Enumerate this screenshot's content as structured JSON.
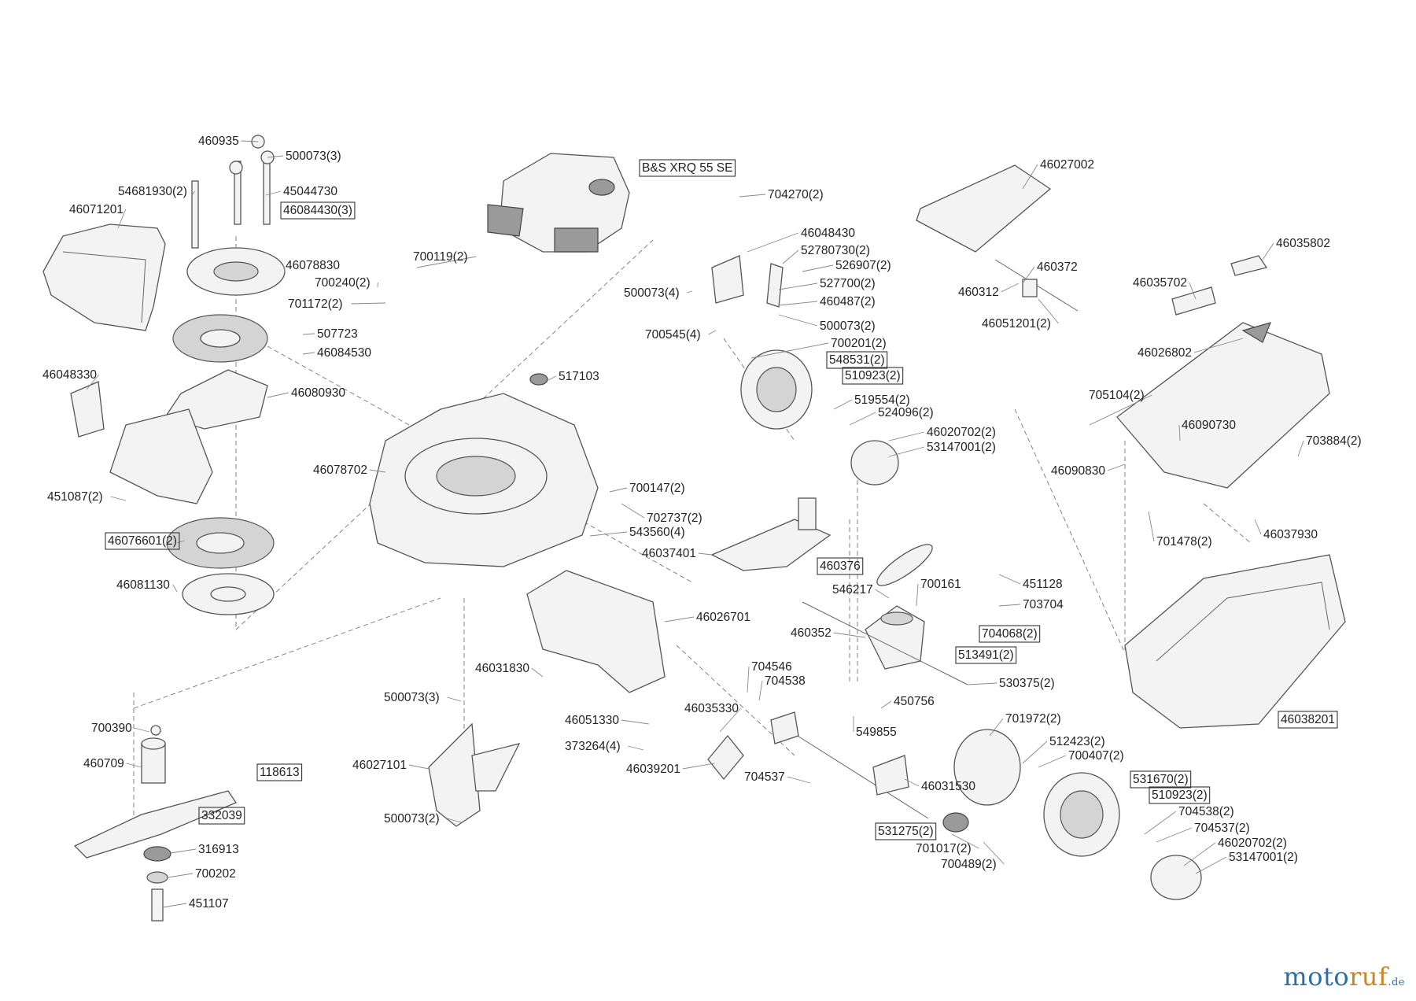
{
  "labels": [
    {
      "id": "l01",
      "text": "460935"
    },
    {
      "id": "l02",
      "text": "500073(3)"
    },
    {
      "id": "l03",
      "text": "54681930(2)"
    },
    {
      "id": "l04",
      "text": "45044730"
    },
    {
      "id": "l05",
      "text": "46071201"
    },
    {
      "id": "l06",
      "text": "46084430(3)",
      "boxed": true
    },
    {
      "id": "l07",
      "text": "46078830"
    },
    {
      "id": "l08",
      "text": "700119(2)"
    },
    {
      "id": "l09",
      "text": "700240(2)"
    },
    {
      "id": "l10",
      "text": "701172(2)"
    },
    {
      "id": "l11",
      "text": "507723"
    },
    {
      "id": "l12",
      "text": "46084530"
    },
    {
      "id": "l13",
      "text": "46048330"
    },
    {
      "id": "l14",
      "text": "46080930"
    },
    {
      "id": "l15",
      "text": "451087(2)"
    },
    {
      "id": "l16",
      "text": "46076601(2)",
      "boxed": true
    },
    {
      "id": "l17",
      "text": "46081130"
    },
    {
      "id": "l18",
      "text": "B&S XRQ 55 SE",
      "boxed": true
    },
    {
      "id": "l19",
      "text": "704270(2)"
    },
    {
      "id": "l20",
      "text": "46048430"
    },
    {
      "id": "l21",
      "text": "52780730(2)"
    },
    {
      "id": "l22",
      "text": "526907(2)"
    },
    {
      "id": "l23",
      "text": "500073(4)"
    },
    {
      "id": "l24",
      "text": "527700(2)"
    },
    {
      "id": "l25",
      "text": "460487(2)"
    },
    {
      "id": "l26",
      "text": "500073(2)"
    },
    {
      "id": "l27",
      "text": "700545(4)"
    },
    {
      "id": "l28",
      "text": "700201(2)"
    },
    {
      "id": "l29",
      "text": "548531(2)",
      "boxed": true
    },
    {
      "id": "l30",
      "text": "510923(2)",
      "boxed": true
    },
    {
      "id": "l31",
      "text": "519554(2)"
    },
    {
      "id": "l32",
      "text": "524096(2)"
    },
    {
      "id": "l33",
      "text": "46020702(2)"
    },
    {
      "id": "l34",
      "text": "53147001(2)"
    },
    {
      "id": "l35",
      "text": "517103"
    },
    {
      "id": "l36",
      "text": "46078702"
    },
    {
      "id": "l37",
      "text": "700147(2)"
    },
    {
      "id": "l38",
      "text": "702737(2)"
    },
    {
      "id": "l39",
      "text": "543560(4)"
    },
    {
      "id": "l40",
      "text": "46037401"
    },
    {
      "id": "l41",
      "text": "46027002"
    },
    {
      "id": "l42",
      "text": "460372"
    },
    {
      "id": "l43",
      "text": "460312"
    },
    {
      "id": "l44",
      "text": "46051201(2)"
    },
    {
      "id": "l45",
      "text": "46035802"
    },
    {
      "id": "l46",
      "text": "46035702"
    },
    {
      "id": "l47",
      "text": "46026802"
    },
    {
      "id": "l48",
      "text": "705104(2)"
    },
    {
      "id": "l49",
      "text": "46090730"
    },
    {
      "id": "l50",
      "text": "703884(2)"
    },
    {
      "id": "l51",
      "text": "46090830"
    },
    {
      "id": "l52",
      "text": "701478(2)"
    },
    {
      "id": "l53",
      "text": "46037930"
    },
    {
      "id": "l54",
      "text": "460376",
      "boxed": true
    },
    {
      "id": "l55",
      "text": "451128"
    },
    {
      "id": "l56",
      "text": "546217"
    },
    {
      "id": "l57",
      "text": "700161"
    },
    {
      "id": "l58",
      "text": "703704"
    },
    {
      "id": "l59",
      "text": "460352"
    },
    {
      "id": "l60",
      "text": "704068(2)",
      "boxed": true
    },
    {
      "id": "l61",
      "text": "513491(2)",
      "boxed": true
    },
    {
      "id": "l62",
      "text": "46026701"
    },
    {
      "id": "l63",
      "text": "46031830"
    },
    {
      "id": "l64",
      "text": "704546"
    },
    {
      "id": "l65",
      "text": "704538"
    },
    {
      "id": "l66",
      "text": "530375(2)"
    },
    {
      "id": "l67",
      "text": "450756"
    },
    {
      "id": "l68",
      "text": "500073(3)"
    },
    {
      "id": "l69",
      "text": "46051330"
    },
    {
      "id": "l70",
      "text": "46035330"
    },
    {
      "id": "l71",
      "text": "549855"
    },
    {
      "id": "l72",
      "text": "701972(2)"
    },
    {
      "id": "l73",
      "text": "46038201",
      "boxed": true
    },
    {
      "id": "l74",
      "text": "700390"
    },
    {
      "id": "l75",
      "text": "460709"
    },
    {
      "id": "l76",
      "text": "118613",
      "boxed": true
    },
    {
      "id": "l77",
      "text": "373264(4)"
    },
    {
      "id": "l78",
      "text": "46039201"
    },
    {
      "id": "l79",
      "text": "704537"
    },
    {
      "id": "l80",
      "text": "512423(2)"
    },
    {
      "id": "l81",
      "text": "700407(2)"
    },
    {
      "id": "l82",
      "text": "46027101"
    },
    {
      "id": "l83",
      "text": "46031530"
    },
    {
      "id": "l84",
      "text": "531670(2)",
      "boxed": true
    },
    {
      "id": "l85",
      "text": "510923(2)",
      "boxed": true
    },
    {
      "id": "l86",
      "text": "332039",
      "boxed": true
    },
    {
      "id": "l87",
      "text": "500073(2)"
    },
    {
      "id": "l88",
      "text": "704538(2)"
    },
    {
      "id": "l89",
      "text": "704537(2)"
    },
    {
      "id": "l90",
      "text": "316913"
    },
    {
      "id": "l91",
      "text": "531275(2)",
      "boxed": true
    },
    {
      "id": "l92",
      "text": "46020702(2)"
    },
    {
      "id": "l93",
      "text": "701017(2)"
    },
    {
      "id": "l94",
      "text": "53147001(2)"
    },
    {
      "id": "l95",
      "text": "700202"
    },
    {
      "id": "l96",
      "text": "700489(2)"
    },
    {
      "id": "l97",
      "text": "451107"
    }
  ],
  "watermark": {
    "brand_main": "moto",
    "brand_accent": "ruf",
    "tld": ".de"
  }
}
